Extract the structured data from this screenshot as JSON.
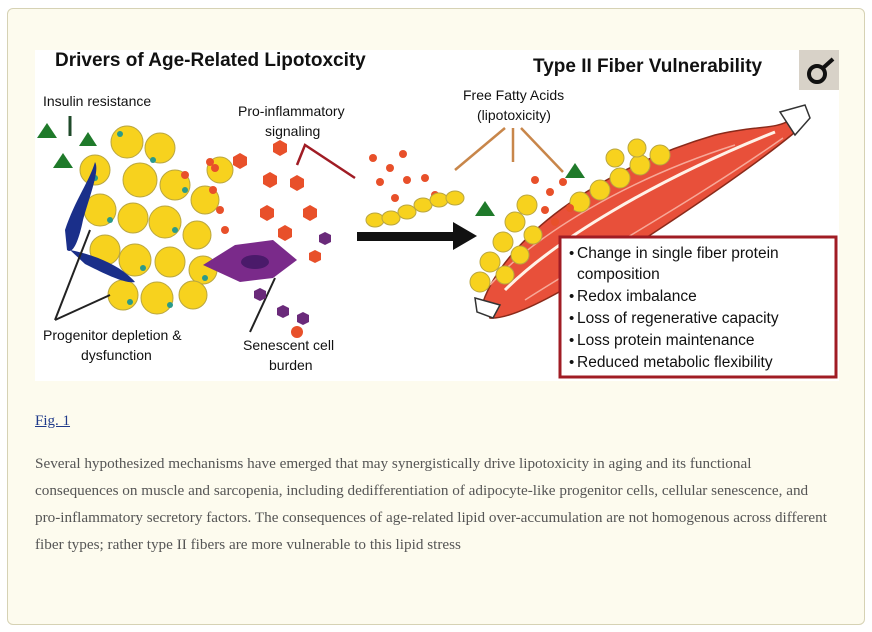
{
  "figure": {
    "left_title": "Drivers of Age-Related Lipotoxcity",
    "right_title": "Type II Fiber Vulnerability",
    "labels": {
      "insulin": "Insulin resistance",
      "proinflam_1": "Pro-inflammatory",
      "proinflam_2": "signaling",
      "ffa_1": "Free Fatty Acids",
      "ffa_2": "(lipotoxicity)",
      "progenitor_1": "Progenitor depletion &",
      "progenitor_2": "dysfunction",
      "senescent_1": "Senescent cell",
      "senescent_2": "burden"
    },
    "consequences": [
      "Change in single fiber protein",
      "composition",
      "Redox imbalance",
      "Loss of regenerative capacity",
      "Loss protein maintenance",
      "Reduced metabolic flexibility"
    ],
    "colors": {
      "adipocyte": "#f7d21e",
      "inflammatory": "#e8502a",
      "senescent": "#7a2a8a",
      "muscle": "#e8503a",
      "box_border": "#a01c24",
      "insulin_triangle": "#1f7a2a",
      "progenitor": "#1a2f8a"
    }
  },
  "fig_link": "Fig. 1",
  "caption": "Several hypothesized mechanisms have emerged that may synergistically drive lipotoxicity in aging and its functional consequences on muscle and sarcopenia, including dedifferentiation of adipocyte-like progenitor cells, cellular senescence, and pro-inflammatory secretory factors. The consequences of age-related lipid over-accumulation are not homogenous across different fiber types; rather type II fibers are more vulnerable to this lipid stress"
}
